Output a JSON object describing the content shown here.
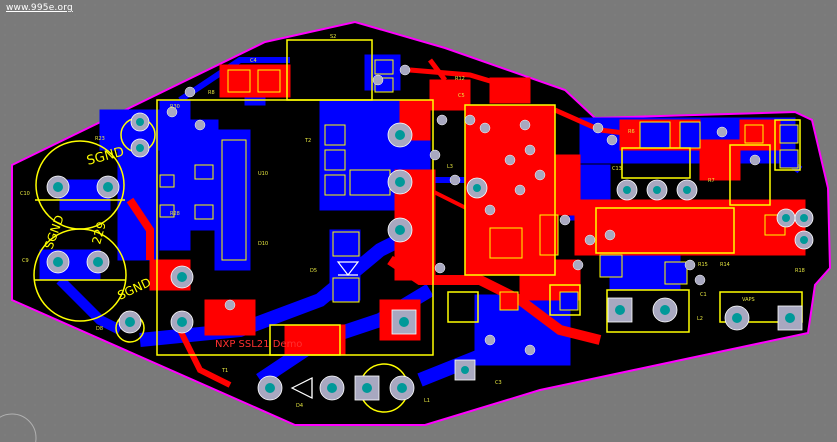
{
  "watermark": "www.995e.org",
  "board_label": "NXP SSL21   Demo",
  "colors": {
    "background": "#7a7a7a",
    "board": "#000000",
    "outline": "#ff00ff",
    "top_copper": "#ff0000",
    "bottom_copper": "#0000ff",
    "silkscreen": "#ffff00",
    "pad": "#a8a8c0",
    "hole": "#009999"
  },
  "silkscreen_labels": {
    "sgnd_top": "SGND",
    "sgnd_mid": "SGND",
    "sgnd_bottom": "SGND",
    "vertical_mark": "229",
    "c10": "C10",
    "c9": "C9",
    "d8": "D8",
    "t1": "T1",
    "d4": "D4",
    "l1": "L1",
    "c3": "C3",
    "c1": "C1",
    "l2": "L2",
    "l3": "L3",
    "c4": "C4",
    "c5": "C5",
    "r12": "R12",
    "r23": "R23",
    "r8": "R8",
    "r15": "R15",
    "r14": "R14",
    "r18": "R18",
    "r7": "R7",
    "c13": "C13",
    "r6": "R6",
    "vaps": "VAPS",
    "s2": "S2",
    "u10": "U10",
    "d10": "D10",
    "d5": "D5",
    "t2": "T2",
    "r30": "R30",
    "r28": "R28"
  }
}
